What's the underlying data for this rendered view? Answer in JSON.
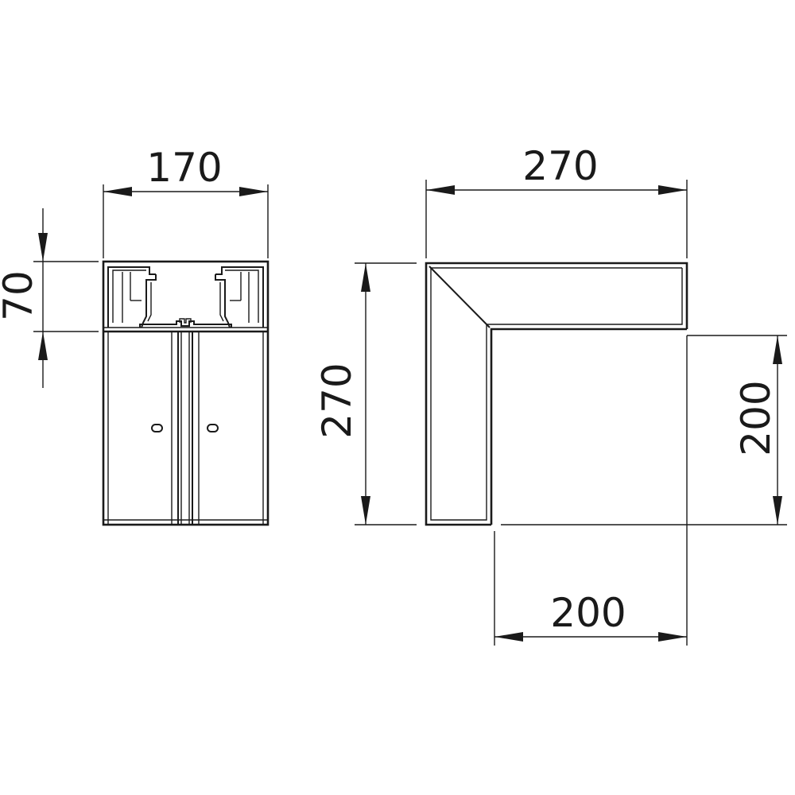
{
  "front_view": {
    "width_label": "170",
    "depth_label": "70"
  },
  "plan_view": {
    "outer_width_label": "270",
    "outer_height_label": "270",
    "inner_width_label": "200",
    "inner_height_label": "200"
  }
}
